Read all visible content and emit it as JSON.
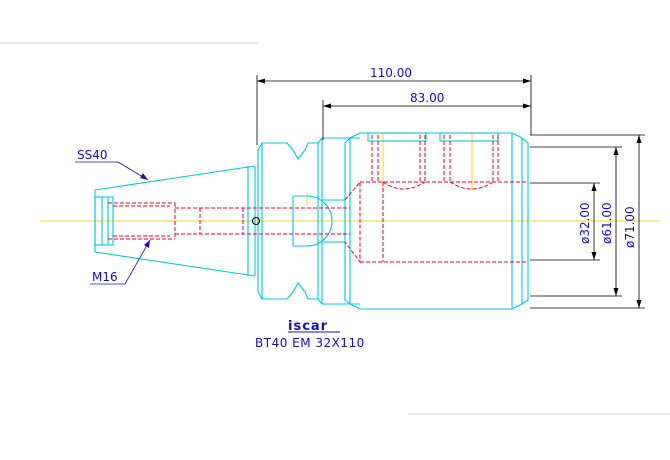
{
  "drawing": {
    "dimensions": {
      "overall_length": "110.00",
      "body_length": "83.00",
      "bore_diameter": "ø32.00",
      "shoulder_diameter": "ø61.00",
      "outer_diameter": "ø71.00"
    },
    "callouts": {
      "pull_stud": "SS40",
      "thread": "M16"
    },
    "logo": "iscar",
    "caption": "BT40 EM 32X110"
  },
  "colors": {
    "outline": "#00c8d8",
    "hidden": "#e0002a",
    "centerline": "#ffd21a",
    "dimension": "#1010c0",
    "frame": "#000000"
  }
}
